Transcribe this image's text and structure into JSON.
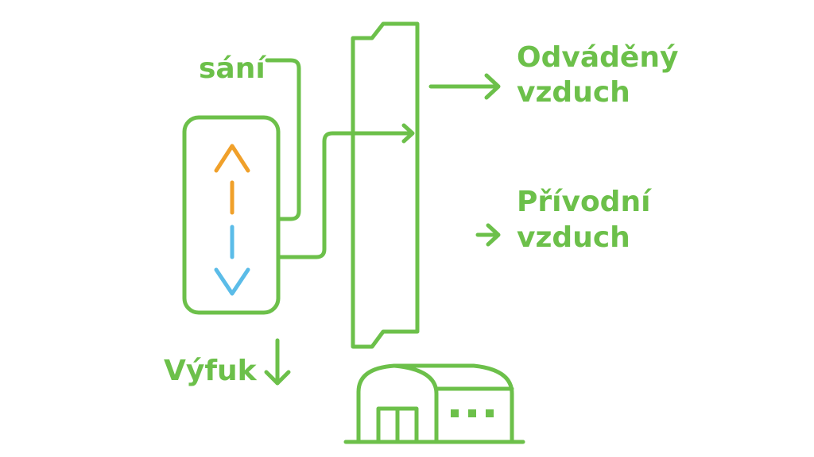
{
  "labels": {
    "intake": "sání",
    "exhaust_air_line1": "Odváděný",
    "exhaust_air_line2": "vzduch",
    "supply_air_line1": "Přívodní",
    "supply_air_line2": "vzduch",
    "exhaust": "Výfuk"
  },
  "colors": {
    "line": "#6cc04a",
    "arrow_up": "#f0a02a",
    "arrow_down": "#5bbce8",
    "background": "#ffffff"
  },
  "icons": {
    "flow_arrow": "arrow-right-icon",
    "exhaust_arrow": "arrow-down-icon",
    "building": "greenhouse-icon"
  }
}
